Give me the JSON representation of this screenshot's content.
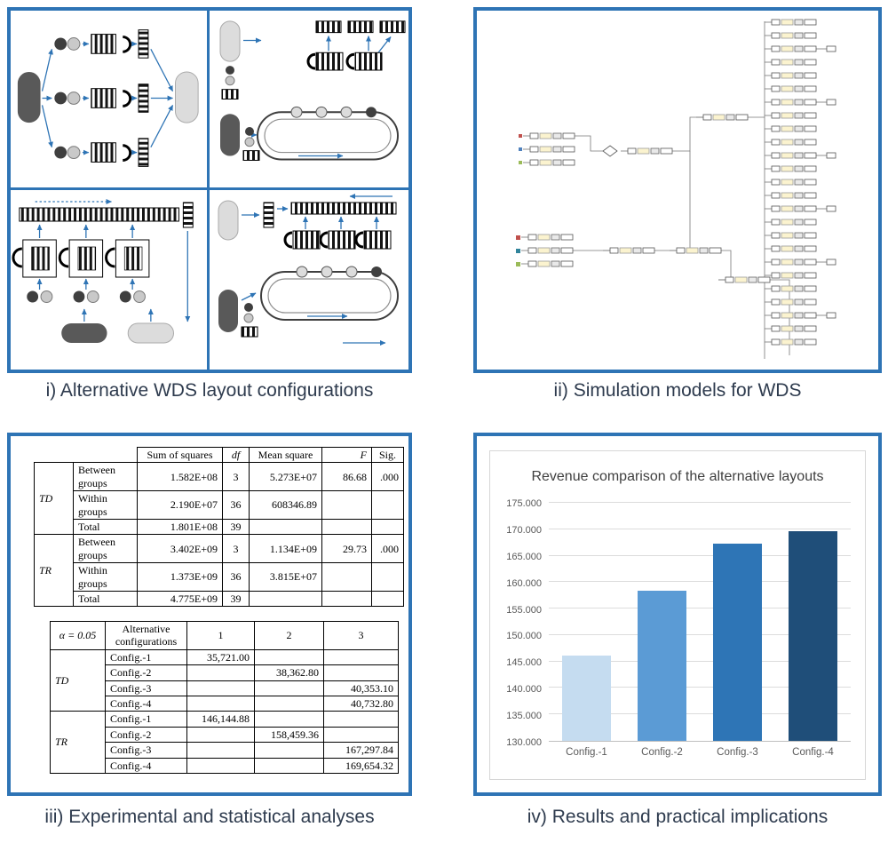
{
  "figure": {
    "accent_color": "#2e74b5",
    "caption_color": "#2e3b4e"
  },
  "captions": {
    "layouts": "i) Alternative WDS layout configurations",
    "simulation": "ii) Simulation models for WDS",
    "statistics": "iii) Experimental and statistical analyses",
    "results": "iv) Results and practical implications"
  },
  "anova_table": {
    "headers": {
      "ss": "Sum of squares",
      "df": "df",
      "ms": "Mean square",
      "f": "F",
      "sig": "Sig."
    },
    "groups": [
      {
        "label": "TD",
        "rows": [
          {
            "name": "Between groups",
            "ss": "1.582E+08",
            "df": "3",
            "ms": "5.273E+07",
            "f": "86.68",
            "sig": ".000"
          },
          {
            "name": "Within groups",
            "ss": "2.190E+07",
            "df": "36",
            "ms": "608346.89",
            "f": "",
            "sig": ""
          },
          {
            "name": "Total",
            "ss": "1.801E+08",
            "df": "39",
            "ms": "",
            "f": "",
            "sig": ""
          }
        ]
      },
      {
        "label": "TR",
        "rows": [
          {
            "name": "Between groups",
            "ss": "3.402E+09",
            "df": "3",
            "ms": "1.134E+09",
            "f": "29.73",
            "sig": ".000"
          },
          {
            "name": "Within groups",
            "ss": "1.373E+09",
            "df": "36",
            "ms": "3.815E+07",
            "f": "",
            "sig": ""
          },
          {
            "name": "Total",
            "ss": "4.775E+09",
            "df": "39",
            "ms": "",
            "f": "",
            "sig": ""
          }
        ]
      }
    ]
  },
  "posthoc_table": {
    "alpha_label": "α = 0.05",
    "config_header": "Alternative configurations",
    "subsets": [
      "1",
      "2",
      "3"
    ],
    "groups": [
      {
        "label": "TD",
        "rows": [
          {
            "config": "Config.-1",
            "s1": "35,721.00",
            "s2": "",
            "s3": ""
          },
          {
            "config": "Config.-2",
            "s1": "",
            "s2": "38,362.80",
            "s3": ""
          },
          {
            "config": "Config.-3",
            "s1": "",
            "s2": "",
            "s3": "40,353.10"
          },
          {
            "config": "Config.-4",
            "s1": "",
            "s2": "",
            "s3": "40,732.80"
          }
        ]
      },
      {
        "label": "TR",
        "rows": [
          {
            "config": "Config.-1",
            "s1": "146,144.88",
            "s2": "",
            "s3": ""
          },
          {
            "config": "Config.-2",
            "s1": "",
            "s2": "158,459.36",
            "s3": ""
          },
          {
            "config": "Config.-3",
            "s1": "",
            "s2": "",
            "s3": "167,297.84"
          },
          {
            "config": "Config.-4",
            "s1": "",
            "s2": "",
            "s3": "169,654.32"
          }
        ]
      }
    ]
  },
  "chart_data": {
    "type": "bar",
    "title": "Revenue comparison of the alternative layouts",
    "categories": [
      "Config.-1",
      "Config.-2",
      "Config.-3",
      "Config.-4"
    ],
    "values": [
      146145,
      158459,
      167298,
      169654
    ],
    "xlabel": "",
    "ylabel": "",
    "ylim": [
      130000,
      175000
    ],
    "ytick_step": 5000,
    "ytick_labels": [
      "130.000",
      "135.000",
      "140.000",
      "145.000",
      "150.000",
      "155.000",
      "160.000",
      "165.000",
      "170.000",
      "175.000"
    ],
    "bar_colors": [
      "#c5dcf0",
      "#5b9bd5",
      "#2e75b6",
      "#1f4e79"
    ],
    "grid": true,
    "legend": "none"
  }
}
